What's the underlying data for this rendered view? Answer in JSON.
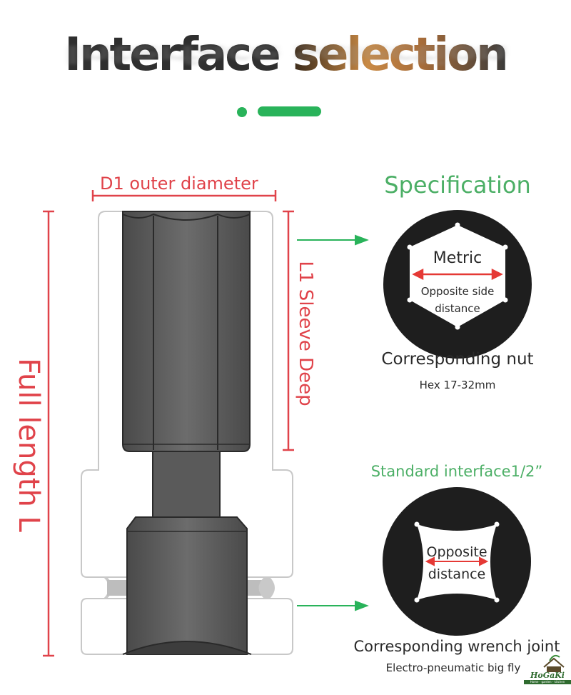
{
  "header": {
    "title_part1": "Interface ",
    "title_part2": "selection"
  },
  "dimensions": {
    "d1_label": "D1 outer diameter",
    "l1_label": "L1 Sleeve Deep",
    "full_length_label": "Full length L"
  },
  "specification": {
    "heading": "Specification",
    "metric_label": "Metric",
    "opposite_side_line1": "Opposite side",
    "opposite_side_line2": "distance",
    "nut_caption": "Corresponding nut",
    "nut_range": "Hex 17-32mm"
  },
  "interface": {
    "heading": "Standard interface1/2”",
    "opposite_line1": "Opposite",
    "opposite_line2": "distance",
    "wrench_caption": "Corresponding wrench joint",
    "subcaption": "Electro-pneumatic big fly"
  },
  "logo": {
    "name": "HoGaKi",
    "tagline": "Home - garden - kitchen"
  },
  "colors": {
    "accent_green": "#29b35a",
    "dim_red": "#e0434a",
    "label_green": "#4caf66"
  }
}
